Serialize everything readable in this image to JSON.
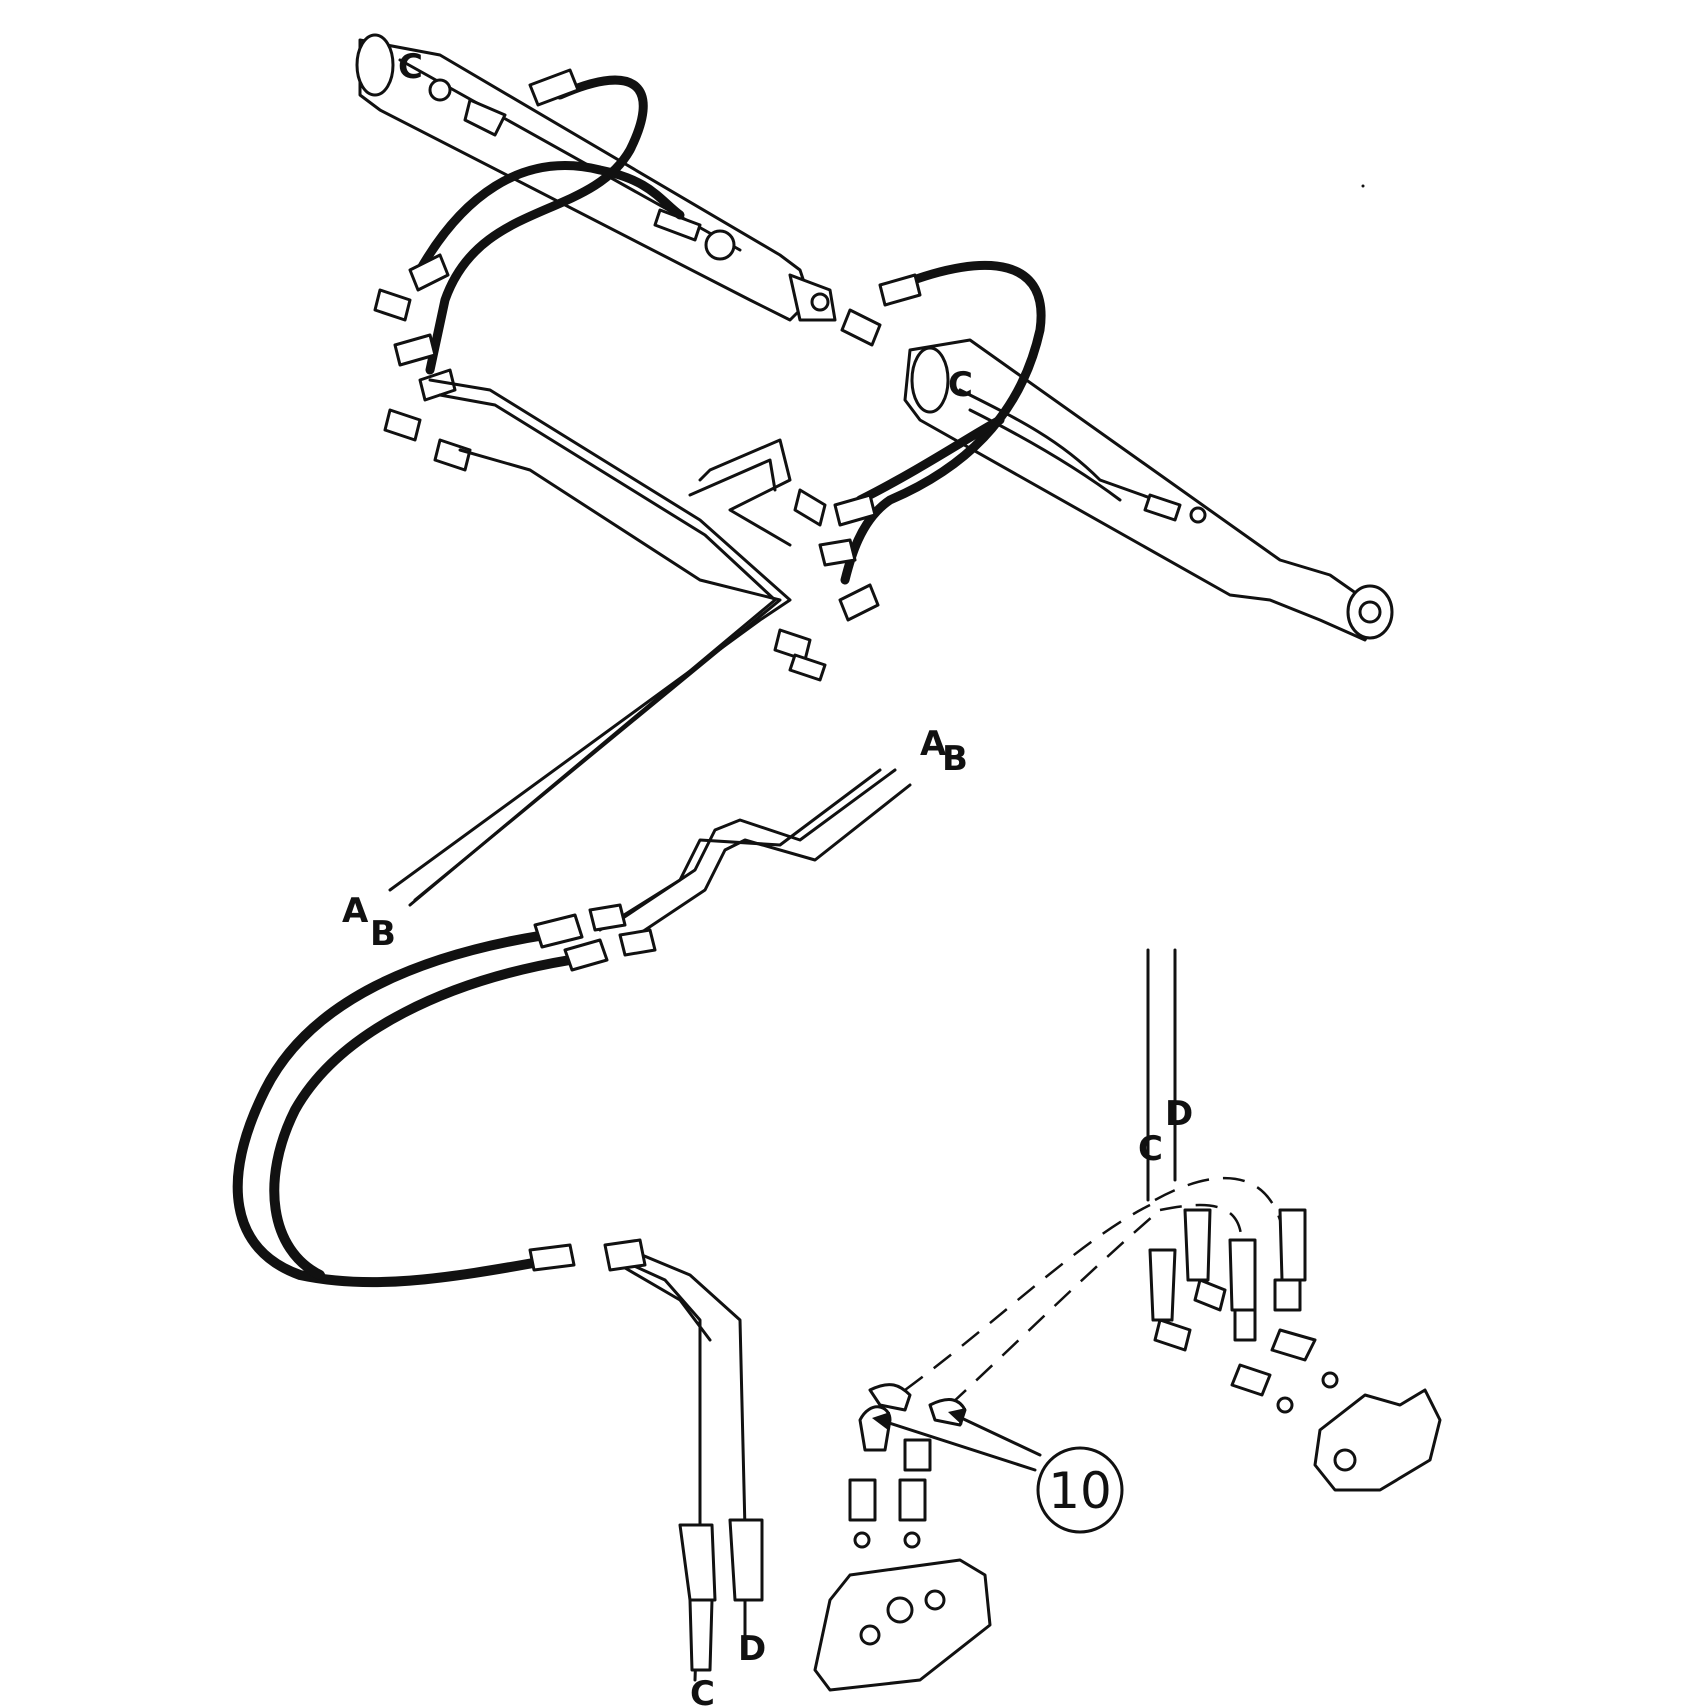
{
  "labels": {
    "cylinder_left": "C",
    "cylinder_right": "C",
    "tube_a_top": "A",
    "tube_b_top": "B",
    "tube_a_bottom": "A",
    "tube_b_bottom": "B",
    "line_c_bottom": "C",
    "line_d_bottom": "D",
    "line_c_right": "C",
    "line_d_right": "D"
  },
  "callout": {
    "number": "10"
  }
}
